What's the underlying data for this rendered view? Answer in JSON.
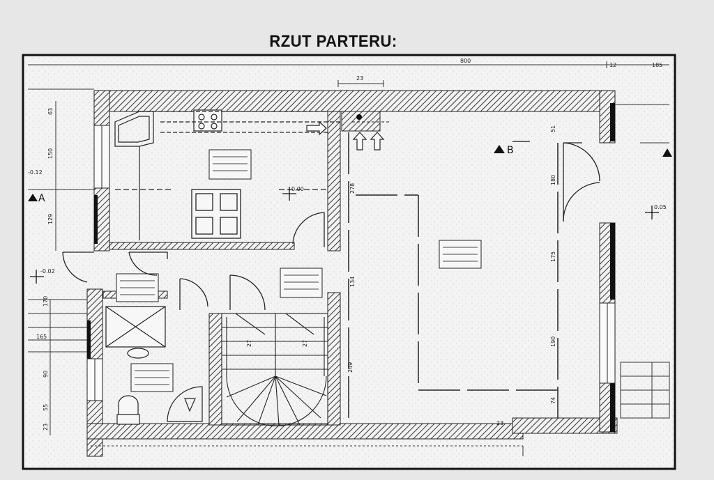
{
  "title": "RZUT PARTERU:",
  "section_markers": {
    "a": "A",
    "b": "B"
  },
  "dimensions": {
    "top_23": "23",
    "top_800": "800",
    "top_12": "12",
    "top_185": "185",
    "left_63": "63",
    "left_150": "150",
    "left_129": "129",
    "left_170": "170",
    "left_165": "165",
    "left_90": "90",
    "left_55": "55",
    "left_23": "23",
    "mid_278": "278",
    "mid_134": "134",
    "mid_249": "249",
    "right_180": "180",
    "right_175": "175",
    "right_190": "190",
    "right_74": "74",
    "right_51": "51",
    "bottom_23": "23",
    "stair_27a": "27",
    "stair_27b": "27",
    "level_left": "-0.02",
    "level_kitchen": "0.00",
    "level_right": "0.05",
    "level_a": "-0.12"
  }
}
